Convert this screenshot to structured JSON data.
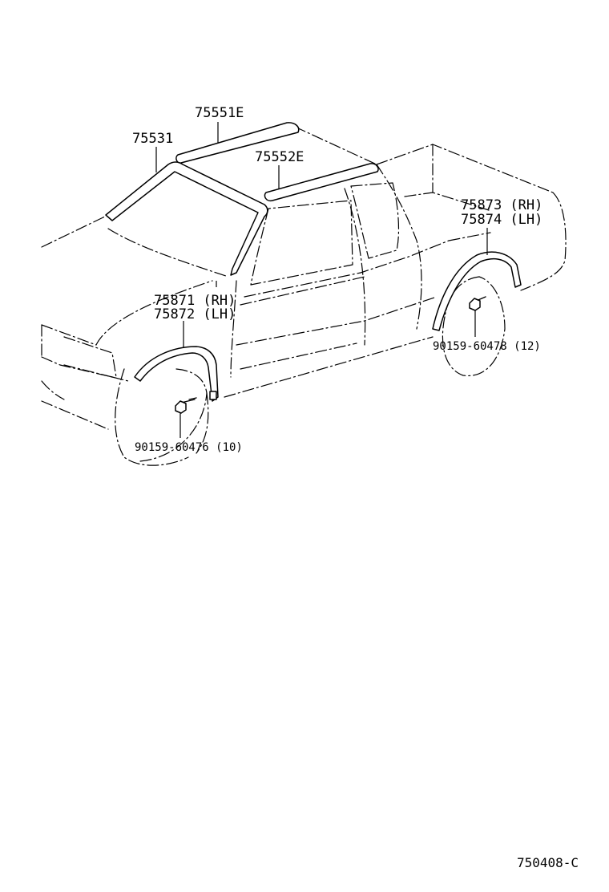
{
  "diagram": {
    "parts": {
      "roof_drip_front": "75551E",
      "windshield_molding": "75531",
      "roof_drip_rear": "75552E",
      "rear_fender_rh": "75873 (RH)",
      "rear_fender_lh": "75874 (LH)",
      "front_fender_rh": "75871 (RH)",
      "front_fender_lh": "75872 (LH)",
      "rear_screw": "90159-60478 (12)",
      "front_screw": "90159-60476 (10)"
    },
    "figure_code": "750408-C"
  }
}
